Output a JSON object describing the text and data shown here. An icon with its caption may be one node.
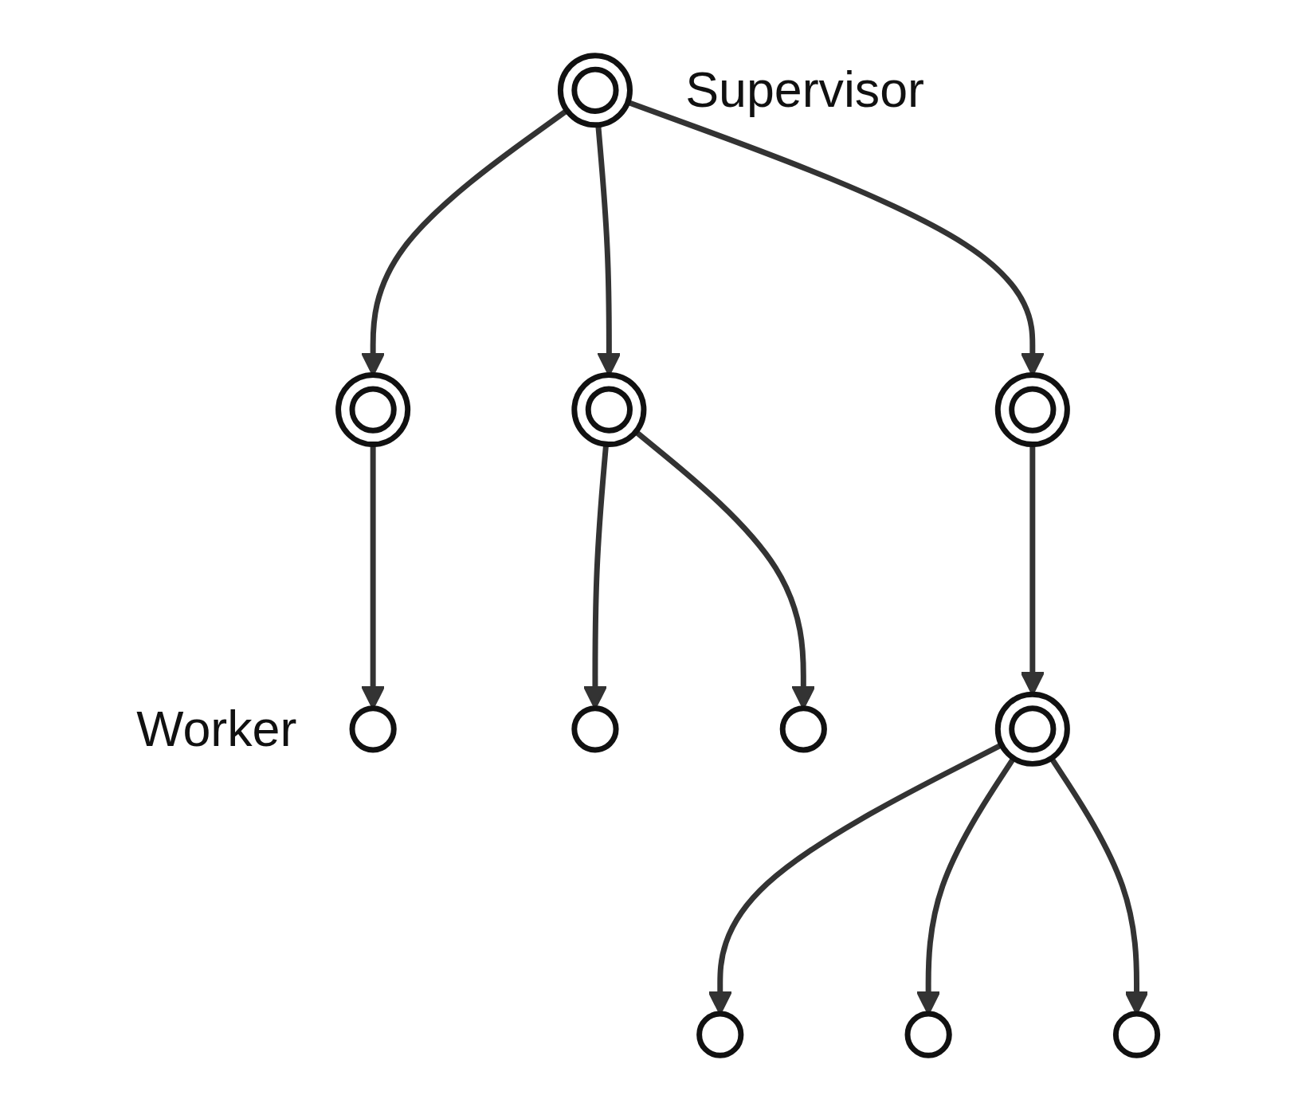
{
  "diagram": {
    "nodes": [
      {
        "text": [],
        "shape": "doublecircle",
        "beside": [
          "Supervisor"
        ]
      },
      {
        "text": [],
        "shape": "doublecircle"
      },
      {
        "text": [],
        "shape": "doublecircle"
      },
      {
        "text": [],
        "shape": "doublecircle"
      },
      {
        "text": [],
        "shape": "circle",
        "beside": [
          "Worker"
        ]
      },
      {
        "text": [],
        "shape": "circle"
      },
      {
        "text": [],
        "shape": "circle"
      },
      {
        "text": [],
        "shape": "doublecircle"
      },
      {
        "text": [],
        "shape": "circle"
      },
      {
        "text": [],
        "shape": "circle"
      },
      {
        "text": [],
        "shape": "circle"
      }
    ],
    "edges": [
      {
        "from": 0,
        "to": 1,
        "arrow": "to"
      },
      {
        "from": 0,
        "to": 2,
        "arrow": "to"
      },
      {
        "from": 0,
        "to": 3,
        "arrow": "to"
      },
      {
        "from": 1,
        "to": 4,
        "arrow": "to"
      },
      {
        "from": 2,
        "to": 5,
        "arrow": "to"
      },
      {
        "from": 2,
        "to": 6,
        "arrow": "to"
      },
      {
        "from": 3,
        "to": 7,
        "arrow": "to"
      },
      {
        "from": 7,
        "to": 8,
        "arrow": "to"
      },
      {
        "from": 7,
        "to": 9,
        "arrow": "to"
      },
      {
        "from": 7,
        "to": 10,
        "arrow": "to"
      }
    ]
  }
}
